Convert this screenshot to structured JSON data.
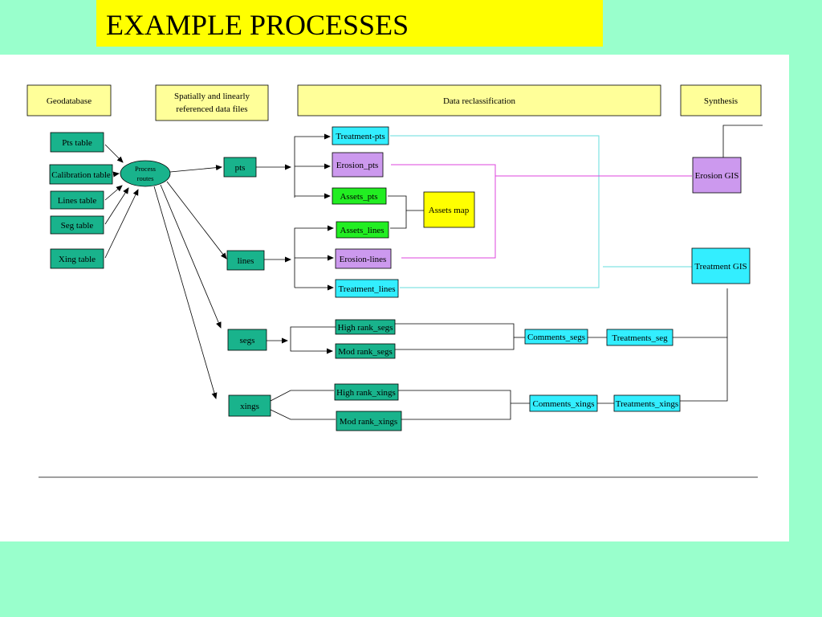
{
  "title": "EXAMPLE PROCESSES",
  "colors": {
    "background": "#99ffcc",
    "title_fill": "#ffff00",
    "header_fill": "#ffff99",
    "teal": "#19b38c",
    "cyan": "#33eeff",
    "purple": "#cc99ee",
    "green": "#22ee22",
    "yellow": "#ffff00",
    "cyan_line": "#66dddd",
    "magenta_line": "#dd44dd"
  },
  "headers": {
    "geodatabase": "Geodatabase",
    "spatial_line1": "Spatially and linearly",
    "spatial_line2": "referenced data files",
    "reclass": "Data reclassification",
    "synthesis": "Synthesis"
  },
  "inputs": {
    "pts_table": "Pts table",
    "calibration_table": "Calibration table",
    "lines_table": "Lines table",
    "seg_table": "Seg table",
    "xing_table": "Xing table"
  },
  "process": {
    "line1": "Process",
    "line2": "routes"
  },
  "files": {
    "pts": "pts",
    "lines": "lines",
    "segs": "segs",
    "xings": "xings"
  },
  "reclass": {
    "treatment_pts": "Treatment-pts",
    "erosion_pts": "Erosion_pts",
    "assets_pts": "Assets_pts",
    "assets_lines": "Assets_lines",
    "erosion_lines": "Erosion-lines",
    "treatment_lines": "Treatment_lines",
    "high_rank_segs": "High rank_segs",
    "mod_rank_segs": "Mod rank_segs",
    "high_rank_xings": "High rank_xings",
    "mod_rank_xings": "Mod rank_xings"
  },
  "outputs": {
    "assets_map": "Assets map",
    "erosion_gis": "Erosion GIS",
    "treatment_gis": "Treatment GIS",
    "comments_segs": "Comments_segs",
    "treatments_seg": "Treatments_seg",
    "comments_xings": "Comments_xings",
    "treatments_xings": "Treatments_xings"
  }
}
